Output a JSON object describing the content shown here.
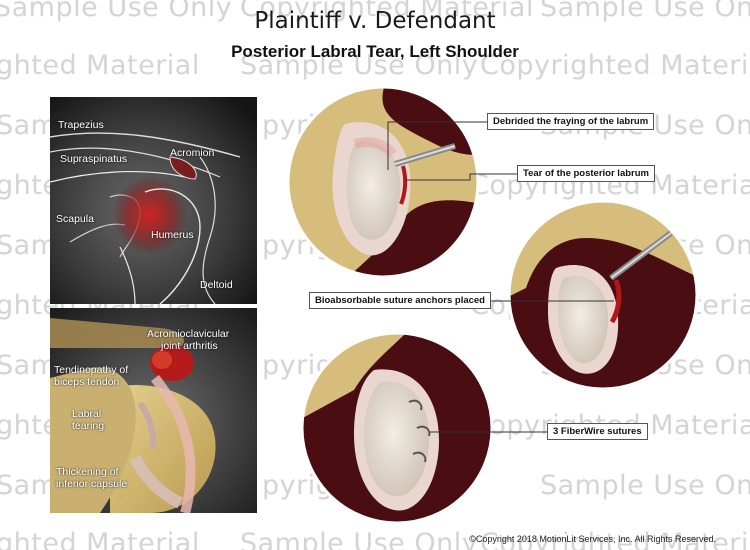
{
  "watermark": {
    "sample": "Sample Use Only",
    "copyrighted": "Copyrighted Material",
    "ghted": "ghted Material",
    "sam": "Sam",
    "pyrig": "pyrig"
  },
  "header": {
    "title": "Plaintiff v. Defendant",
    "subtitle": "Posterior Labral Tear, Left Shoulder"
  },
  "mri_panel": {
    "labels": {
      "trapezius": "Trapezius",
      "supraspinatus": "Supraspinatus",
      "acromion": "Acromion",
      "scapula": "Scapula",
      "humerus": "Humerus",
      "deltoid": "Deltoid"
    }
  },
  "anatomy_panel": {
    "labels": {
      "ac_joint_1": "Acromioclavicular",
      "ac_joint_2": "joint arthritis",
      "tendinopathy_1": "Tendinopathy of",
      "tendinopathy_2": "biceps tendon",
      "labral_1": "Labral",
      "labral_2": "tearing",
      "thickening_1": "Thickening of",
      "thickening_2": "inferior capsule"
    }
  },
  "callouts": {
    "debrided": "Debrided the fraying of the labrum",
    "tear": "Tear of the posterior labrum",
    "anchors": "Bioabsorbable suture anchors placed",
    "sutures": "3 FiberWire sutures"
  },
  "footer": {
    "copyright": "©Copyright 2018 MotionLit Services, Inc. All Rights Reserved."
  },
  "colors": {
    "bone": "#d6bd7c",
    "cartilage": "#e4dcd2",
    "muscle_dark": "#3a0d0d",
    "tear_red": "#b01818",
    "inflammation": "#cc1f1f"
  }
}
